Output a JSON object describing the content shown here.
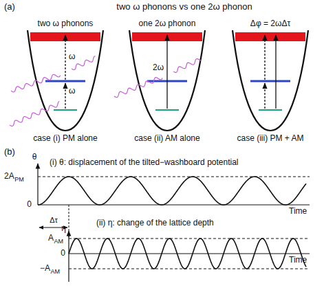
{
  "diagram": {
    "labels": [
      "(a)",
      "two ω phonons vs one 2ω phonon",
      "two ω phonons",
      "one 2ω phonon",
      "Δφ = 2ωΔτ",
      "ω",
      "ω",
      "2ω",
      "case (i) PM alone",
      "case (ii) AM alone",
      "case (iii) PM + AM",
      "(b)",
      "θ",
      "(i) θ: displacement of the tilted−washboard potential",
      "2A",
      "PM",
      "0",
      "Δτ",
      "Time",
      "(ii) η: change of the lattice depth",
      "η",
      "A",
      "AM",
      "0",
      "−A",
      "AM",
      "Time"
    ]
  }
}
